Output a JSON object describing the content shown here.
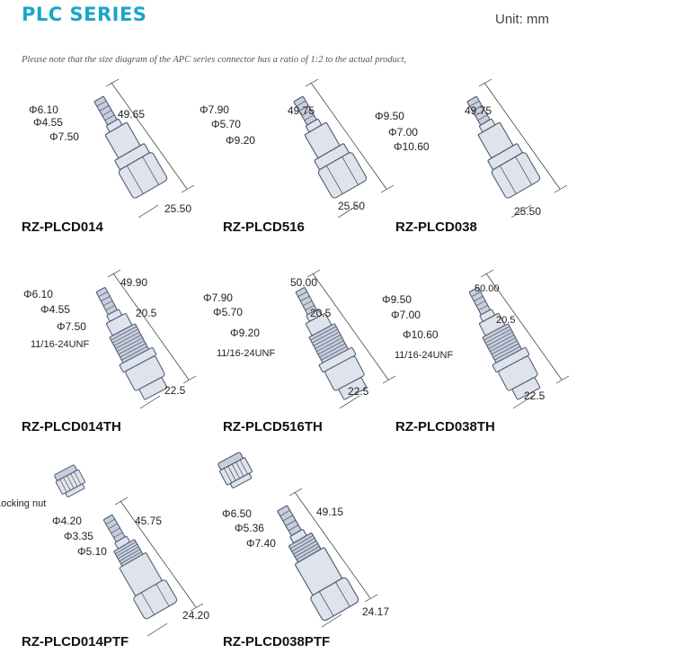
{
  "header": {
    "title": "PLC SERIES",
    "unit": "Unit: mm",
    "note": "Please note that the size diagram of the APC series connector has a ratio of 1:2 to the actual product,"
  },
  "colors": {
    "brand": "#1aa6c9",
    "body_fill": "#dfe3ec",
    "body_stroke": "#4f5a73",
    "thread_fill": "#c8cfdc"
  },
  "icons": [
    "connector-straight-drawing",
    "connector-threaded-drawing",
    "connector-panel-drawing",
    "locking-nut-drawing"
  ],
  "products": [
    {
      "model": "RZ-PLCD014",
      "variant": "straight",
      "d1": "Φ6.10",
      "d2": "Φ4.55",
      "d3": "Φ7.50",
      "length": "49.65",
      "width": "25.50"
    },
    {
      "model": "RZ-PLCD516",
      "variant": "straight",
      "d1": "Φ7.90",
      "d2": "Φ5.70",
      "d3": "Φ9.20",
      "length": "49.75",
      "width": "25.50"
    },
    {
      "model": "RZ-PLCD038",
      "variant": "straight",
      "d1": "Φ9.50",
      "d2": "Φ7.00",
      "d3": "Φ10.60",
      "length": "49.75",
      "width": "25.50"
    },
    {
      "model": "RZ-PLCD014TH",
      "variant": "threaded",
      "d1": "Φ6.10",
      "d2": "Φ4.55",
      "d3": "Φ7.50",
      "length": "49.90",
      "thread_len": "20.5",
      "thread": "11/16-24UNF",
      "width": "22.5"
    },
    {
      "model": "RZ-PLCD516TH",
      "variant": "threaded",
      "d1": "Φ7.90",
      "d2": "Φ5.70",
      "d3": "Φ9.20",
      "length": "50.00",
      "thread_len": "20.5",
      "thread": "11/16-24UNF",
      "width": "22.5"
    },
    {
      "model": "RZ-PLCD038TH",
      "variant": "threaded",
      "d1": "Φ9.50",
      "d2": "Φ7.00",
      "d3": "Φ10.60",
      "length": "50.00",
      "thread_len": "20.5",
      "thread": "11/16-24UNF",
      "width": "22.5"
    },
    {
      "model": "RZ-PLCD014PTF",
      "variant": "panel",
      "d1": "Φ4.20",
      "d2": "Φ3.35",
      "d3": "Φ5.10",
      "length": "45.75",
      "width": "24.20",
      "nut_label": "Locking nut"
    },
    {
      "model": "RZ-PLCD038PTF",
      "variant": "panel",
      "d1": "Φ6.50",
      "d2": "Φ5.36",
      "d3": "Φ7.40",
      "length": "49.15",
      "width": "24.17"
    }
  ]
}
